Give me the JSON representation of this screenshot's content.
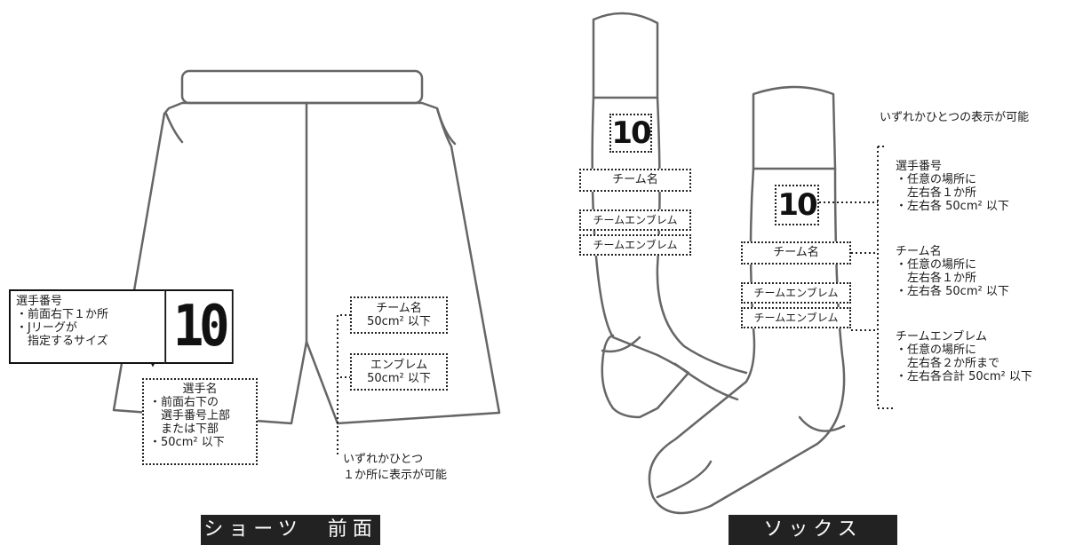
{
  "shorts": {
    "player_number_box": {
      "title": "選手番号",
      "lines": [
        "・前面右下１か所",
        "・Jリーグが",
        "　指定するサイズ"
      ],
      "number": "10"
    },
    "player_name_box": {
      "title": "選手名",
      "lines": [
        "・前面右下の",
        "　選手番号上部",
        "　または下部",
        "・50cm² 以下"
      ]
    },
    "team_name_box": {
      "lines": [
        "チーム名",
        "50cm² 以下"
      ]
    },
    "emblem_box": {
      "lines": [
        "エンブレム",
        "50cm² 以下"
      ]
    },
    "either_note": [
      "いずれかひとつ",
      "１か所に表示が可能"
    ],
    "caption": "ショーツ　前面"
  },
  "socks": {
    "left_number": "10",
    "left_team_name": "チーム名",
    "left_emblem_1": "チームエンブレム",
    "left_emblem_2": "チームエンブレム",
    "right_number": "10",
    "right_team_name": "チーム名",
    "right_emblem_1": "チームエンブレム",
    "right_emblem_2": "チームエンブレム",
    "top_note": "いずれかひとつの表示が可能",
    "number_rule": {
      "title": "選手番号",
      "lines": [
        "・任意の場所に",
        "　左右各１か所",
        "・左右各 50cm² 以下"
      ]
    },
    "team_name_rule": {
      "title": "チーム名",
      "lines": [
        "・任意の場所に",
        "　左右各１か所",
        "・左右各 50cm² 以下"
      ]
    },
    "emblem_rule": {
      "title": "チームエンブレム",
      "lines": [
        "・任意の場所に",
        "　左右各２か所まで",
        "・左右各合計 50cm² 以下"
      ]
    },
    "caption": "ソックス"
  }
}
